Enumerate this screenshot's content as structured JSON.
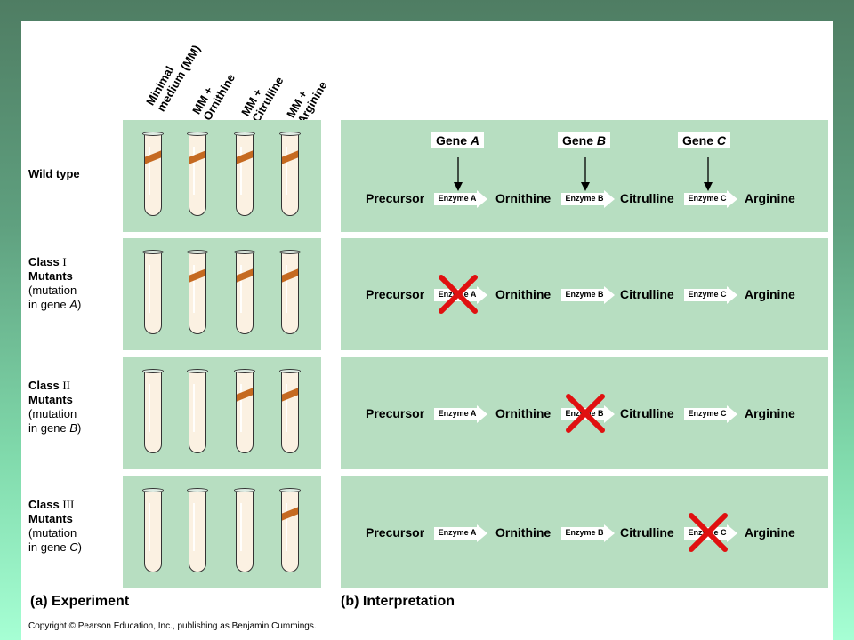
{
  "media": [
    {
      "label": "Minimal\nmedium (MM)"
    },
    {
      "label": "MM +\nOrnithine"
    },
    {
      "label": "MM +\nCitrulline"
    },
    {
      "label": "MM +\nArginine"
    }
  ],
  "rows": [
    {
      "title": "Wild type",
      "title_extra": "",
      "line2": "",
      "line3": "",
      "line4": "",
      "growth": [
        true,
        true,
        true,
        true
      ],
      "blocked_enzyme_index": -1
    },
    {
      "title": "Class ",
      "title_extra": "I",
      "line2": "Mutants",
      "line3": "(mutation",
      "line4": "in gene ",
      "gene": "A",
      "close": ")",
      "growth": [
        false,
        true,
        true,
        true
      ],
      "blocked_enzyme_index": 0
    },
    {
      "title": "Class ",
      "title_extra": "II",
      "line2": "Mutants",
      "line3": "(mutation",
      "line4": "in gene ",
      "gene": "B",
      "close": ")",
      "growth": [
        false,
        false,
        true,
        true
      ],
      "blocked_enzyme_index": 1
    },
    {
      "title": "Class ",
      "title_extra": "III",
      "line2": "Mutants",
      "line3": "(mutation",
      "line4": "in gene ",
      "gene": "C",
      "close": ")",
      "growth": [
        false,
        false,
        false,
        true
      ],
      "blocked_enzyme_index": 2
    }
  ],
  "pathway": {
    "compounds": [
      "Precursor",
      "Ornithine",
      "Citrulline",
      "Arginine"
    ],
    "enzymes": [
      "Enzyme A",
      "Enzyme B",
      "Enzyme C"
    ]
  },
  "genes": [
    {
      "prefix": "Gene ",
      "letter": "A"
    },
    {
      "prefix": "Gene ",
      "letter": "B"
    },
    {
      "prefix": "Gene ",
      "letter": "C"
    }
  ],
  "captions": {
    "a_tag": "(a)",
    "a_text": "Experiment",
    "b_tag": "(b)",
    "b_text": "Interpretation"
  },
  "copyright": "Copyright © Pearson Education, Inc., publishing as Benjamin Cummings.",
  "colors": {
    "panel": "#b7dec1",
    "growth": "#c56a21",
    "x_mark": "#e01010"
  }
}
